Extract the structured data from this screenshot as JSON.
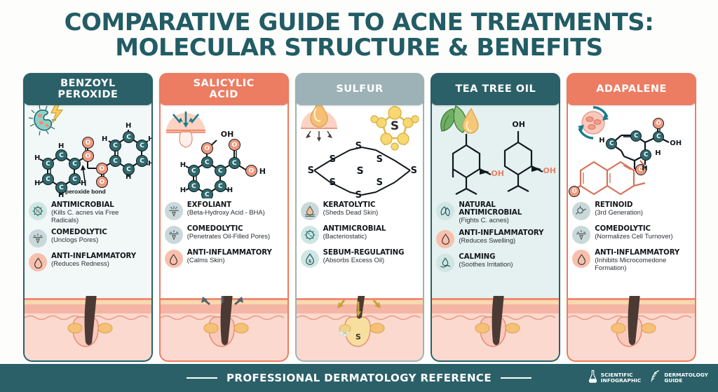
{
  "title": {
    "line1": "COMPARATIVE GUIDE TO ACNE TREATMENTS:",
    "line2": "MOLECULAR STRUCTURE & BENEFITS"
  },
  "colors": {
    "teal": "#2B6068",
    "coral": "#EC7C62",
    "slate": "#9DB2B6",
    "page_bg": "#FDFDFC",
    "atom_carbon": "#2E6A6E",
    "atom_oxygen": "#F09A80"
  },
  "columns": [
    {
      "id": "benzoyl-peroxide",
      "title": "BENZOYL\nPEROXIDE",
      "header_color": "#2B6068",
      "body_bg": "#F2F8F8",
      "molecule": {
        "name": "benzoyl-peroxide-structure",
        "annotation": "peroxide bond",
        "atoms": [
          "C",
          "C",
          "C",
          "C",
          "C",
          "C",
          "C",
          "O",
          "O",
          "O",
          "O",
          "C",
          "C",
          "C",
          "C",
          "C",
          "C",
          "C"
        ],
        "labels": [
          "H",
          "H",
          "H",
          "H",
          "H",
          "H",
          "H",
          "H",
          "H",
          "H"
        ]
      },
      "top_icon": "bacteria-lightning-icon",
      "benefits": [
        {
          "icon": "microbe-icon",
          "icon_style": "ico-teal",
          "title": "ANTIMICROBIAL",
          "sub": "(Kills C. acnes via Free Radicals)"
        },
        {
          "icon": "pore-unclog-icon",
          "icon_style": "ico-gray",
          "title": "COMEDOLYTIC",
          "sub": "(Unclogs Pores)"
        },
        {
          "icon": "droplet-icon",
          "icon_style": "ico-peach",
          "title": "ANTI-INFLAMMATORY",
          "sub": "(Reduces Redness)"
        }
      ],
      "skin_icon": "skin-cross-section-hair-follicle"
    },
    {
      "id": "salicylic-acid",
      "title": "SALICYLIC\nACID",
      "header_color": "#EC7C62",
      "body_bg": "#FFFFFF",
      "molecule": {
        "name": "salicylic-acid-structure",
        "annotation": "",
        "atoms": [
          "C",
          "C",
          "C",
          "C",
          "C",
          "C",
          "C",
          "O",
          "O",
          "O"
        ],
        "labels": [
          "OH",
          "O",
          "H",
          "H",
          "H",
          "H",
          "O",
          "H"
        ]
      },
      "top_icon": "pore-penetration-arrows-icon",
      "benefits": [
        {
          "icon": "exfoliate-icon",
          "icon_style": "ico-gray",
          "title": "EXFOLIANT",
          "sub": "(Beta-Hydroxy Acid - BHA)"
        },
        {
          "icon": "pore-unclog-icon",
          "icon_style": "ico-gray",
          "title": "COMEDOLYTIC",
          "sub": "(Penetrates Oil-Filled Pores)"
        },
        {
          "icon": "droplet-icon",
          "icon_style": "ico-peach",
          "title": "ANTI-INFLAMMATORY",
          "sub": "(Calms Skin)"
        }
      ],
      "skin_icon": "skin-cross-section-outward-arrows"
    },
    {
      "id": "sulfur",
      "title": "SULFUR",
      "header_color": "#9DB2B6",
      "body_bg": "#FFFFFF",
      "molecule": {
        "name": "sulfur-s8-ring-structure",
        "annotation": "",
        "atoms": [
          "S",
          "S",
          "S",
          "S",
          "S",
          "S",
          "S",
          "S",
          "S"
        ],
        "labels": []
      },
      "top_icon": "oil-absorb-droplet-icon",
      "top_icon2": "sulfur-molecule-badge-icon",
      "benefits": [
        {
          "icon": "keratolytic-icon",
          "icon_style": "ico-gray",
          "title": "KERATOLYTIC",
          "sub": "(Sheds Dead Skin)"
        },
        {
          "icon": "microbe-icon",
          "icon_style": "ico-teal",
          "title": "ANTIMICROBIAL",
          "sub": "(Bacteriostatic)"
        },
        {
          "icon": "sebum-icon",
          "icon_style": "ico-teal",
          "title": "SEBUM-REGULATING",
          "sub": "(Absorbs Excess Oil)"
        }
      ],
      "skin_icon": "skin-cross-section-sulfur-follicle"
    },
    {
      "id": "tea-tree-oil",
      "title": "TEA TREE OIL",
      "header_color": "#2B6068",
      "body_bg": "#E4F1F0",
      "molecule": {
        "name": "terpinen-4-ol-structure",
        "annotation": "",
        "atoms": [],
        "labels": [
          "OH",
          "OH",
          "OH"
        ]
      },
      "top_icon": "tea-tree-leaf-droplet-icon",
      "benefits": [
        {
          "icon": "leaf-icon",
          "icon_style": "ico-teal",
          "title": "NATURAL ANTIMICROBIAL",
          "sub": "(Fights C. acnes)"
        },
        {
          "icon": "droplet-icon",
          "icon_style": "ico-peach",
          "title": "ANTI-INFLAMMATORY",
          "sub": "(Reduces Swelling)"
        },
        {
          "icon": "calm-icon",
          "icon_style": "ico-teal",
          "title": "CALMING",
          "sub": "(Soothes Irritation)"
        }
      ],
      "skin_icon": "skin-cross-section-hair-follicle"
    },
    {
      "id": "adapalene",
      "title": "ADAPALENE",
      "header_color": "#EC7C62",
      "body_bg": "#FFFFFF",
      "molecule": {
        "name": "adapalene-structure",
        "annotation": "",
        "atoms": [
          "C",
          "C",
          "C",
          "C",
          "O",
          "O",
          "O"
        ],
        "labels": [
          "O",
          "OH",
          "H",
          "H",
          "H",
          "O"
        ]
      },
      "top_icon": "cell-turnover-cycle-icon",
      "benefits": [
        {
          "icon": "retinoid-icon",
          "icon_style": "ico-gray",
          "title": "RETINOID",
          "sub": "(3rd Generation)"
        },
        {
          "icon": "pore-unclog-icon",
          "icon_style": "ico-gray",
          "title": "COMEDOLYTIC",
          "sub": "(Normalizes Cell Turnover)"
        },
        {
          "icon": "droplet-icon",
          "icon_style": "ico-peach",
          "title": "ANTI-INFLAMMATORY",
          "sub": "(Inhibits Microcomedone Formation)"
        }
      ],
      "skin_icon": "skin-cross-section-hair-follicle"
    }
  ],
  "footer": {
    "text": "PROFESSIONAL DERMATOLOGY REFERENCE",
    "badges": [
      {
        "icon": "flask-icon",
        "line1": "SCIENTIFIC",
        "line2": "INFOGRAPHIC"
      },
      {
        "icon": "feather-icon",
        "line1": "DERMATOLOGY",
        "line2": "GUIDE"
      }
    ]
  }
}
